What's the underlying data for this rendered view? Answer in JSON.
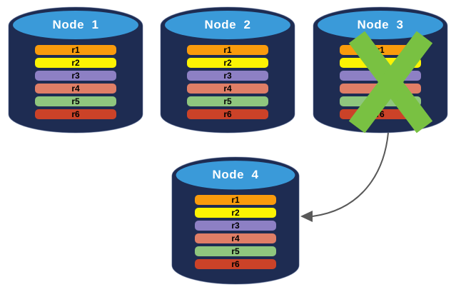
{
  "colors": {
    "background": "#FFFFFF",
    "cylinder_body": "#1E2C52",
    "cylinder_edge": "#52648F",
    "cylinder_top": "#3A9AD9",
    "node_title_text": "#FFFFFF",
    "row_label_text": "#000000",
    "failure_cross": "#79C142",
    "arrow": "#595959"
  },
  "nodes": [
    {
      "label": "Node  1",
      "failed": false,
      "rows": [
        {
          "label": "r1",
          "color": "#F99B0C"
        },
        {
          "label": "r2",
          "color": "#FCF303"
        },
        {
          "label": "r3",
          "color": "#8D80C4"
        },
        {
          "label": "r4",
          "color": "#DF7E66"
        },
        {
          "label": "r5",
          "color": "#8FC67E"
        },
        {
          "label": "r6",
          "color": "#CB4228"
        }
      ]
    },
    {
      "label": "Node  2",
      "failed": false,
      "rows": [
        {
          "label": "r1",
          "color": "#F99B0C"
        },
        {
          "label": "r2",
          "color": "#FCF303"
        },
        {
          "label": "r3",
          "color": "#8D80C4"
        },
        {
          "label": "r4",
          "color": "#DF7E66"
        },
        {
          "label": "r5",
          "color": "#8FC67E"
        },
        {
          "label": "r6",
          "color": "#CB4228"
        }
      ]
    },
    {
      "label": "Node  3",
      "failed": true,
      "rows": [
        {
          "label": "r1",
          "color": "#F99B0C"
        },
        {
          "label": "r2",
          "color": "#FCF303"
        },
        {
          "label": "r3",
          "color": "#8D80C4"
        },
        {
          "label": "r4",
          "color": "#DF7E66"
        },
        {
          "label": "r5",
          "color": "#8FC67E"
        },
        {
          "label": "r6",
          "color": "#CB4228"
        }
      ]
    },
    {
      "label": "Node  4",
      "failed": false,
      "rows": [
        {
          "label": "r1",
          "color": "#F99B0C"
        },
        {
          "label": "r2",
          "color": "#FCF303"
        },
        {
          "label": "r3",
          "color": "#8D80C4"
        },
        {
          "label": "r4",
          "color": "#DF7E66"
        },
        {
          "label": "r5",
          "color": "#8FC67E"
        },
        {
          "label": "r6",
          "color": "#CB4228"
        }
      ]
    }
  ],
  "arrow": {
    "from": "Node 3",
    "to": "Node 4"
  }
}
